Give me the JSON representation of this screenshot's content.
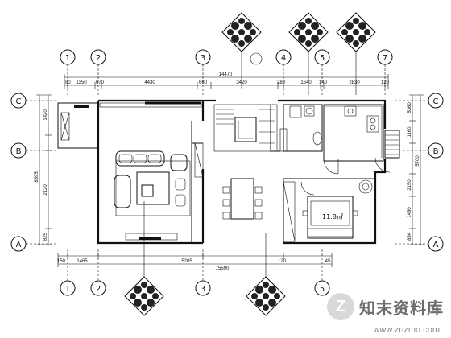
{
  "grid": {
    "columns": [
      "1",
      "2",
      "3",
      "4",
      "5",
      "7"
    ],
    "rows": [
      "C",
      "B",
      "A"
    ]
  },
  "dimensions": {
    "top_total": "14470",
    "top_segments": [
      "80",
      "1350",
      "670",
      "4430",
      "680",
      "3420",
      "280",
      "1640",
      "140",
      "2830",
      "120"
    ],
    "bottom_total": "15590",
    "bottom_segments": [
      "150",
      "1465",
      "5205",
      "120",
      "45"
    ],
    "left_total": "8595",
    "left_segments": [
      "1420",
      "2120",
      "825"
    ],
    "right_segments": [
      "5360",
      "1160",
      "5700",
      "2150",
      "1450",
      "854"
    ]
  },
  "rooms": {
    "bedroom_area": "11.8㎡"
  },
  "watermark": {
    "logo_glyph": "Z",
    "title": "知末资料库",
    "url": "www.znzmo.com"
  }
}
